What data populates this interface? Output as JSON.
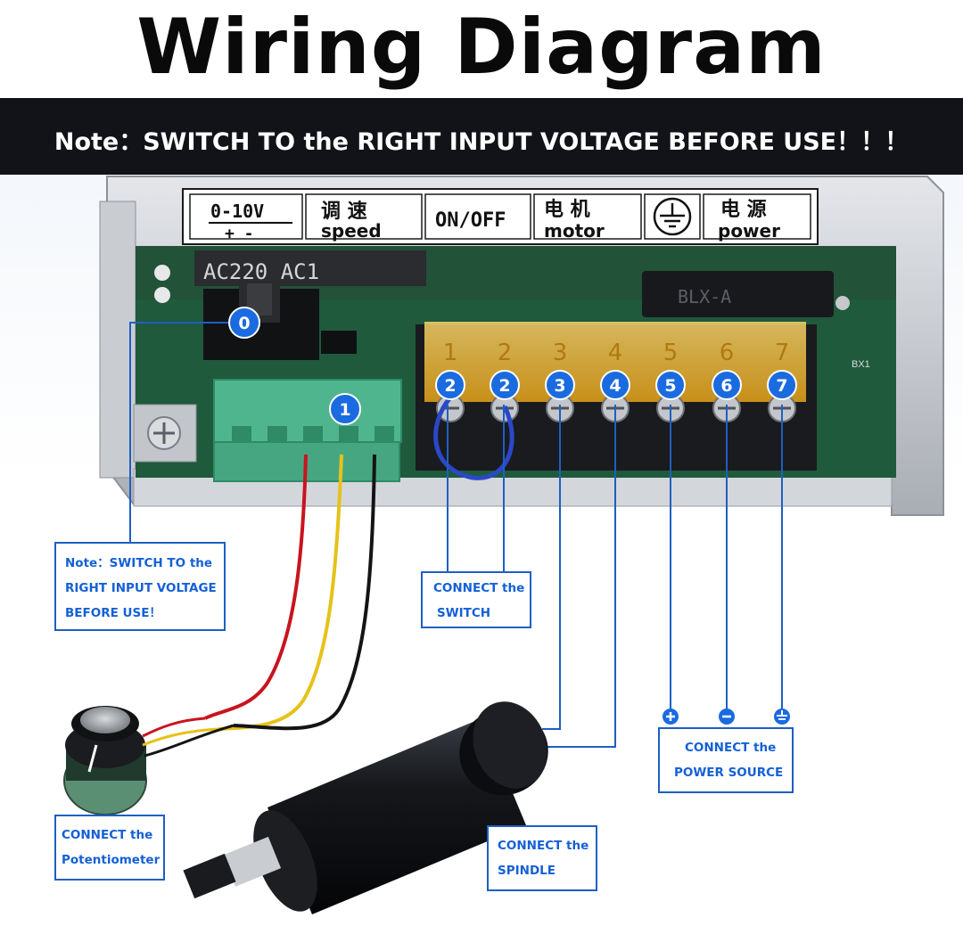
{
  "title": "Wiring Diagram",
  "note_banner": "Note：SWITCH TO the RIGHT INPUT VOLTAGE BEFORE USE！！！",
  "panel_labels": {
    "voltage": "0-10V",
    "polarity": "+ -",
    "speed_cn": "调 速",
    "speed": "speed",
    "onoff": "ON/OFF",
    "motor_cn": "电 机",
    "motor": "motor",
    "power_cn": "电 源",
    "power": "power"
  },
  "board_text": {
    "ac_label": "AC220 AC1",
    "relay": "BLX-A",
    "bx": "BX1"
  },
  "terminal_digits": [
    "1",
    "2",
    "3",
    "4",
    "5",
    "6",
    "7"
  ],
  "badges": {
    "switch": "0",
    "connector": "1",
    "terminals": [
      "2",
      "2",
      "3",
      "4",
      "5",
      "6",
      "7"
    ]
  },
  "callouts": {
    "note": [
      "Note：SWITCH TO the",
      "RIGHT INPUT VOLTAGE",
      "BEFORE USE！"
    ],
    "switch": [
      "CONNECT the",
      "SWITCH"
    ],
    "power": [
      "CONNECT the",
      "POWER SOURCE"
    ],
    "potentiometer": [
      "CONNECT the",
      "Potentiometer"
    ],
    "spindle": [
      "CONNECT the",
      "SPINDLE"
    ]
  },
  "colors": {
    "accent_blue": "#1460d6",
    "badge_blue": "#1a6be0",
    "pcb_green": "#1f5a3c",
    "terminal_amber": "#f2b632",
    "wire_red": "#c8141e",
    "wire_yellow": "#e6c21a",
    "wire_black": "#141414"
  }
}
